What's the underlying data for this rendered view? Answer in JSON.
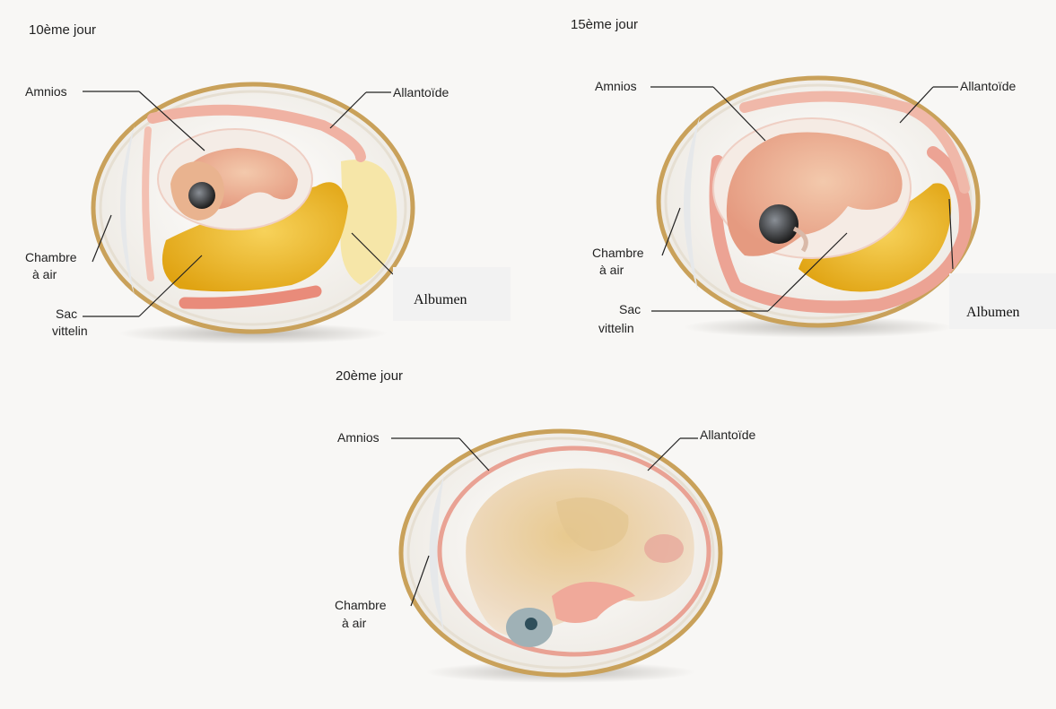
{
  "panels": {
    "day10": {
      "title": "10ème jour",
      "amnios": "Amnios",
      "allantoide": "Allantoïde",
      "chambre_line1": "Chambre",
      "chambre_line2": "à air",
      "sac_line1": "Sac",
      "sac_line2": "vittelin",
      "albumen": "Albumen"
    },
    "day15": {
      "title": "15ème jour",
      "amnios": "Amnios",
      "allantoide": "Allantoïde",
      "chambre_line1": "Chambre",
      "chambre_line2": "à air",
      "sac_line1": "Sac",
      "sac_line2": "vittelin",
      "albumen": "Albumen"
    },
    "day20": {
      "title": "20ème jour",
      "amnios": "Amnios",
      "allantoide": "Allantoïde",
      "chambre_line1": "Chambre",
      "chambre_line2": "à air"
    }
  },
  "colors": {
    "page_background": "#f8f7f5",
    "shell": "#c9a15a",
    "shell_inner": "#f1eee8",
    "yolk": "#e8b21a",
    "albumen": "#f6e6a8",
    "allantois": "#ec9d8f",
    "embryo": "#f0c2a4",
    "chick": "#e6caa0",
    "eye": "#2c2c2c",
    "label_box": "#f2f2f2"
  }
}
